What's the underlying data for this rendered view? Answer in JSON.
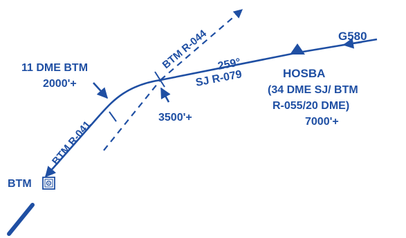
{
  "colors": {
    "ink": "#1f4fa3",
    "background": "#ffffff"
  },
  "airway": {
    "label": "G580"
  },
  "fix": {
    "name": "HOSBA",
    "line1": "(34 DME SJ/ BTM",
    "line2": "R-055/20 DME)",
    "altitude": "7000'+",
    "symbol": "triangle-waypoint-icon"
  },
  "inbound_leg": {
    "course": "259°",
    "radial": "SJ R-079"
  },
  "outbound_dashed": {
    "radial": "BTM R-044"
  },
  "turn_fix": {
    "line1": "11 DME BTM",
    "altitude": "2000'+"
  },
  "crossing_altitude": {
    "value": "3500'+"
  },
  "final_leg": {
    "radial": "BTM R-041"
  },
  "navaid": {
    "name": "BTM",
    "symbol": "vor-dme-icon"
  }
}
